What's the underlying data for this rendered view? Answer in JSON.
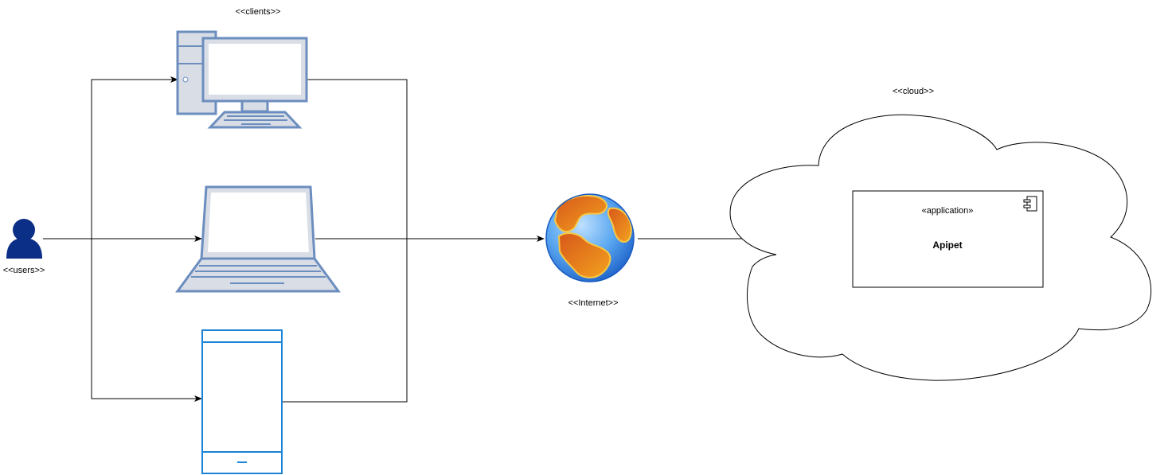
{
  "labels": {
    "clients": "<<clients>>",
    "users": "<<users>>",
    "internet": "<<Internet>>",
    "cloud": "<<cloud>>"
  },
  "application": {
    "stereotype": "«application»",
    "name": "Apipet"
  },
  "colors": {
    "device_stroke": "#6c8ebf",
    "device_fill_light": "#d9dde6",
    "mobile_stroke": "#1b83d8",
    "user_fill": "#0b2e86",
    "line": "#000000"
  },
  "icons": {
    "desktop": "desktop-computer-icon",
    "laptop": "laptop-icon",
    "mobile": "mobile-phone-icon",
    "user": "user-icon",
    "globe": "globe-icon",
    "component": "uml-component-icon",
    "cloud": "cloud-shape"
  }
}
